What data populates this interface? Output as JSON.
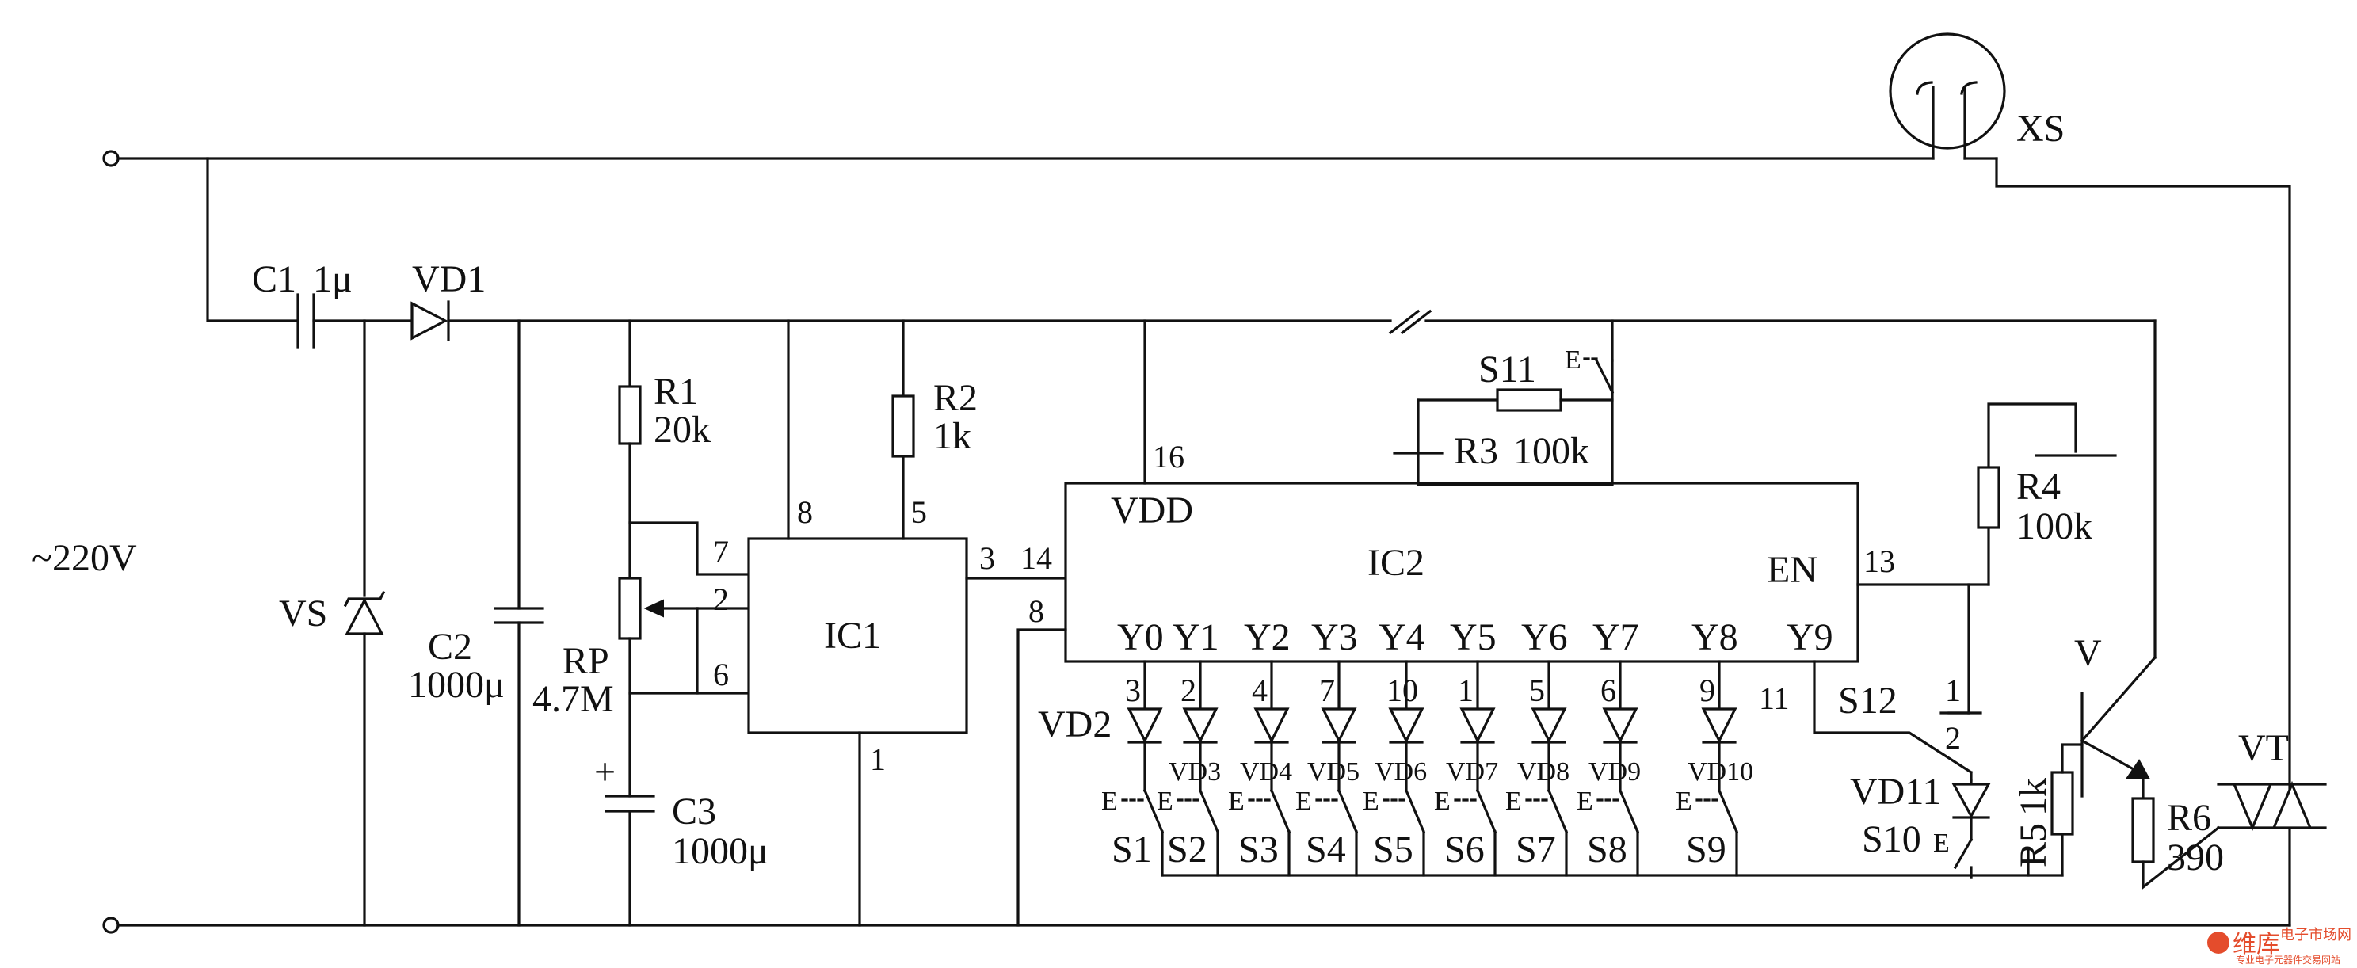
{
  "supply": {
    "label": "~220V"
  },
  "socket": {
    "label": "XS"
  },
  "components": {
    "c1": {
      "ref": "C1",
      "value": "1μ"
    },
    "vd1": {
      "ref": "VD1"
    },
    "vs": {
      "ref": "VS"
    },
    "c2": {
      "ref": "C2",
      "value": "1000μ"
    },
    "r1": {
      "ref": "R1",
      "value": "20k"
    },
    "rp": {
      "ref": "RP",
      "value": "4.7M"
    },
    "c3": {
      "ref": "C3",
      "value": "1000μ"
    },
    "r2": {
      "ref": "R2",
      "value": "1k"
    },
    "s11": {
      "ref": "S11"
    },
    "r3": {
      "ref": "R3",
      "value": "100k"
    },
    "r4": {
      "ref": "R4",
      "value": "100k"
    },
    "r5": {
      "ref": "R5",
      "value": "1k"
    },
    "r6": {
      "ref": "R6",
      "value": "390"
    },
    "v": {
      "ref": "V"
    },
    "vt": {
      "ref": "VT"
    },
    "vd11": {
      "ref": "VD11"
    },
    "s10": {
      "ref": "S10"
    },
    "s12": {
      "ref": "S12"
    },
    "switch_mark": "E"
  },
  "ic1": {
    "name": "IC1",
    "pins": {
      "p1": "1",
      "p2": "2",
      "p3": "3",
      "p5": "5",
      "p6": "6",
      "p7": "7",
      "p8": "8"
    }
  },
  "ic2": {
    "name": "IC2",
    "vdd": "VDD",
    "en": "EN",
    "pins": {
      "p8": "8",
      "p13": "13",
      "p14": "14",
      "p16": "16"
    },
    "outputs": [
      "Y0",
      "Y1",
      "Y2",
      "Y3",
      "Y4",
      "Y5",
      "Y6",
      "Y7",
      "Y8",
      "Y9"
    ],
    "output_pins": [
      "3",
      "2",
      "4",
      "7",
      "10",
      "1",
      "5",
      "6",
      "9",
      "11"
    ]
  },
  "diodes": [
    "VD2",
    "VD3",
    "VD4",
    "VD5",
    "VD6",
    "VD7",
    "VD8",
    "VD9",
    "VD10"
  ],
  "switches": [
    "S1",
    "S2",
    "S3",
    "S4",
    "S5",
    "S6",
    "S7",
    "S8",
    "S9"
  ],
  "s12_positions": [
    "1",
    "2"
  ],
  "watermark": {
    "logo": "维库",
    "line1": "电子市场网",
    "line2": "专业电子元器件交易网站"
  }
}
